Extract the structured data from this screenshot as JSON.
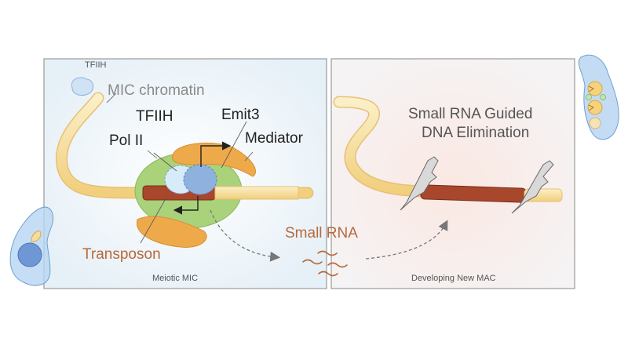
{
  "left_panel": {
    "caption": "Meiotic MIC",
    "labels": {
      "tfiih_small": "TFIIH",
      "mic_chromatin": "MIC chromatin",
      "tfiih": "TFIIH",
      "emit3": "Emit3",
      "pol_ii": "Pol II",
      "mediator": "Mediator",
      "transposon": "Transposon"
    }
  },
  "middle": {
    "small_rna": "Small RNA"
  },
  "right_panel": {
    "caption": "Developing New MAC",
    "title_line1": "Small RNA Guided",
    "title_line2": "DNA Elimination"
  },
  "colors": {
    "panel_bg": "#eef4f8",
    "panel_border": "#9a9a9a",
    "chromatin": "#f7dd9a",
    "transposon": "#a8472c",
    "pol_ii": "#a9d27a",
    "mediator": "#eea94a",
    "tfiih": "#d7ebf8",
    "emit3": "#8fb1de",
    "orange_text": "#b8683a",
    "cell": "#b8d6f2"
  }
}
